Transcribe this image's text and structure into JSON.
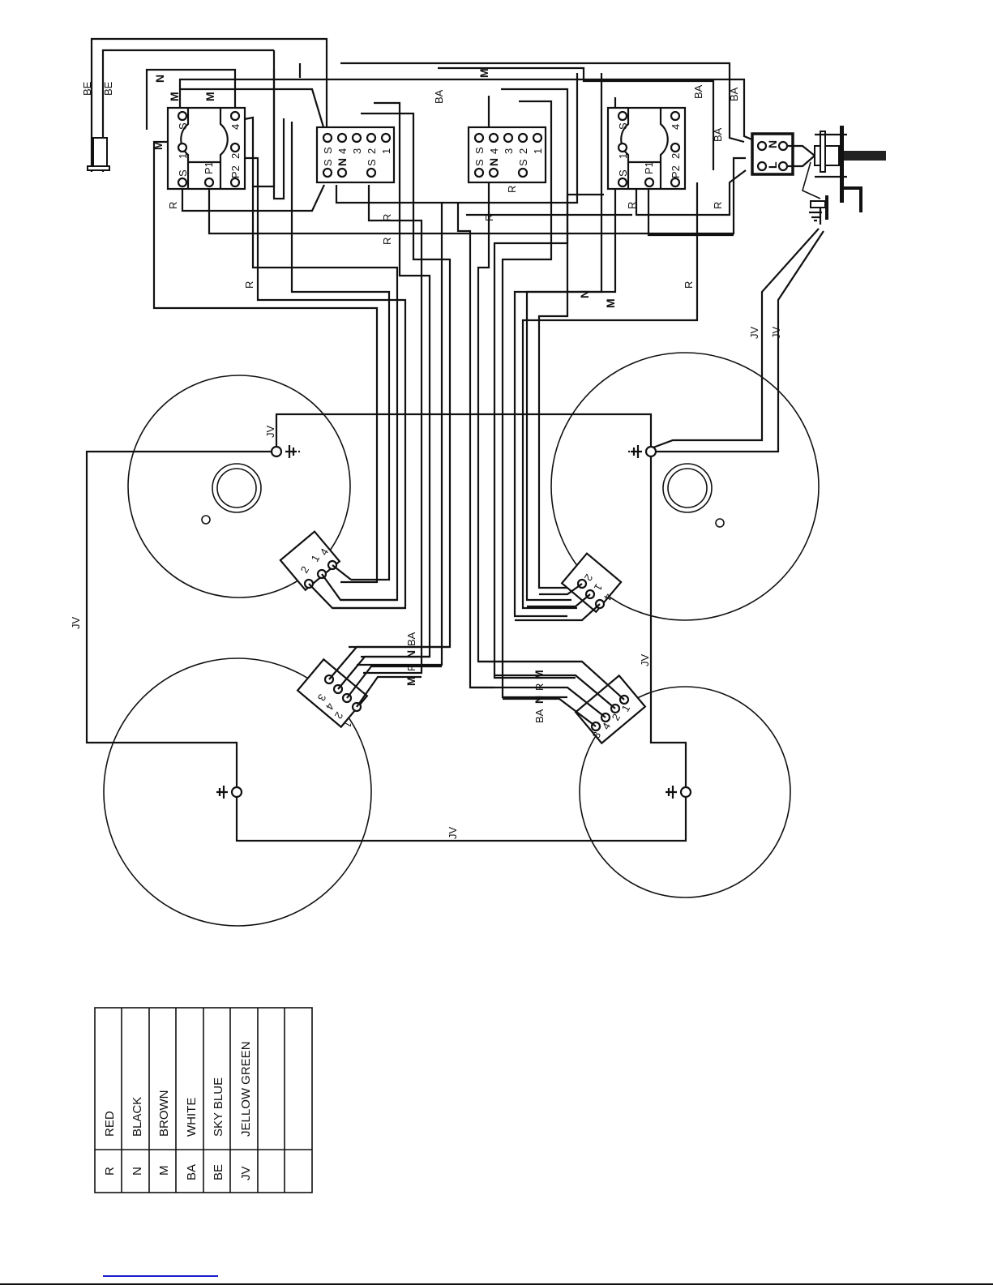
{
  "legend": {
    "title": "Wire colour codes",
    "rows": [
      {
        "code": "R",
        "color": "RED"
      },
      {
        "code": "N",
        "color": "BLACK"
      },
      {
        "code": "M",
        "color": "BROWN"
      },
      {
        "code": "BA",
        "color": "WHITE"
      },
      {
        "code": "BE",
        "color": "SKY BLUE"
      },
      {
        "code": "JV",
        "color": "JELLOW GREEN"
      },
      {
        "code": "",
        "color": ""
      },
      {
        "code": "",
        "color": ""
      }
    ]
  },
  "regulators": {
    "left": {
      "pins": {
        "s_top": "S",
        "p4": "4",
        "p1": "1",
        "p2": "2",
        "s_bot": "S",
        "pp1": "P1",
        "pp2": "P2"
      }
    },
    "right": {
      "pins": {
        "s_top": "S",
        "p4": "4",
        "p1": "1",
        "p2": "2",
        "s_bot": "S",
        "pp1": "P1",
        "pp2": "P2"
      }
    }
  },
  "switches": {
    "left": {
      "top_pins": [
        "S",
        "4",
        "3",
        "2",
        "1"
      ],
      "bottom_pins": [
        "S",
        "N",
        "S"
      ]
    },
    "right": {
      "top_pins": [
        "S",
        "4",
        "3",
        "2",
        "1"
      ],
      "bottom_pins": [
        "S",
        "N",
        "S"
      ]
    }
  },
  "terminal_blocks": {
    "top_left": [
      "2",
      "1",
      "4"
    ],
    "bottom_left": [
      "3",
      "4",
      "2",
      "1"
    ],
    "top_right": [
      "2",
      "1",
      "4"
    ],
    "bottom_right": [
      "3",
      "4",
      "2",
      "1"
    ]
  },
  "mains_switch": {
    "pins": [
      "N",
      "L"
    ]
  },
  "wire_labels": {
    "be1": "BE",
    "be2": "BE",
    "n_top": "N",
    "m1": "M",
    "m2": "M",
    "m3": "M",
    "r1": "R",
    "r2": "R",
    "r3": "R",
    "r4": "R",
    "r5": "R",
    "r6": "R",
    "r7": "R",
    "r8": "R",
    "r9": "R",
    "ba1": "BA",
    "ba2": "BA",
    "ba3": "BA",
    "ba4": "BA",
    "m_top": "M",
    "n_mid": "N",
    "m_mid": "M",
    "jv1": "JV",
    "jv2": "JV",
    "jv3": "JV",
    "jv4": "JV",
    "jv5": "JV",
    "jv6": "JV",
    "bl_m": "M",
    "bl_r": "R",
    "bl_n": "N",
    "bl_ba": "BA",
    "br_ba": "BA",
    "br_n": "N",
    "br_r": "R",
    "br_m": "M"
  }
}
